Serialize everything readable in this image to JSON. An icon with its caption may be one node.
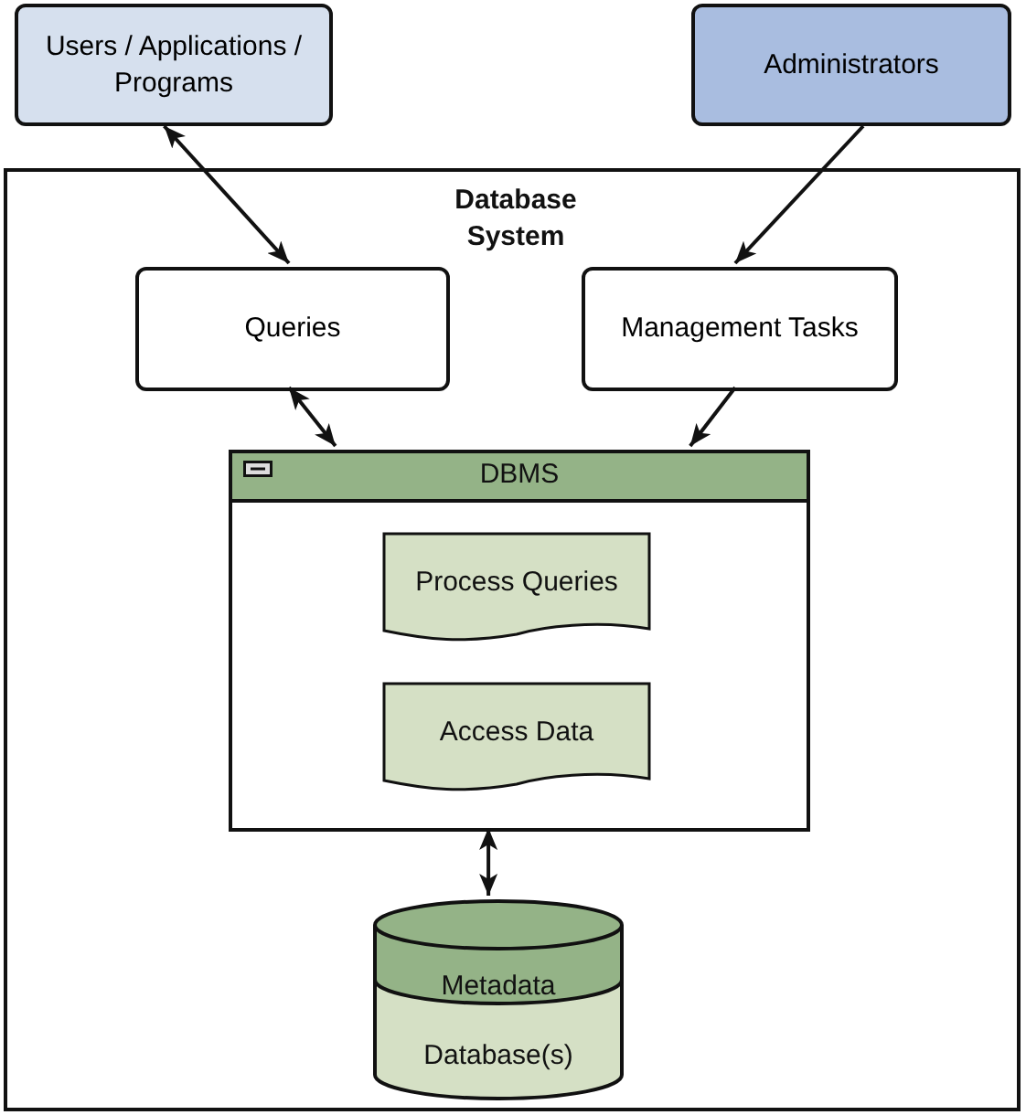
{
  "diagram": {
    "nodes": [
      {
        "text": [
          "Users / Applications / Programs"
        ]
      },
      {
        "text": [
          "Administrators"
        ]
      },
      {
        "text": [
          "Database System"
        ]
      },
      {
        "text": [
          "Queries"
        ],
        "in": 2
      },
      {
        "text": [
          "Management Tasks"
        ],
        "in": 2
      },
      {
        "text": [
          "DBMS"
        ],
        "in": 2
      },
      {
        "text": [
          "Process Queries"
        ],
        "in": 5
      },
      {
        "text": [
          "Access Data"
        ],
        "in": 5
      },
      {
        "text": [
          "Metadata",
          "Database(s)"
        ],
        "in": 2
      }
    ],
    "edges": [
      {
        "from": 0,
        "to": 3,
        "arrow": "both"
      },
      {
        "from": 1,
        "to": 4,
        "arrow": "to"
      },
      {
        "from": 3,
        "to": 5,
        "arrow": "both"
      },
      {
        "from": 4,
        "to": 5,
        "arrow": "to"
      },
      {
        "from": 5,
        "to": 8,
        "arrow": "both"
      }
    ]
  }
}
